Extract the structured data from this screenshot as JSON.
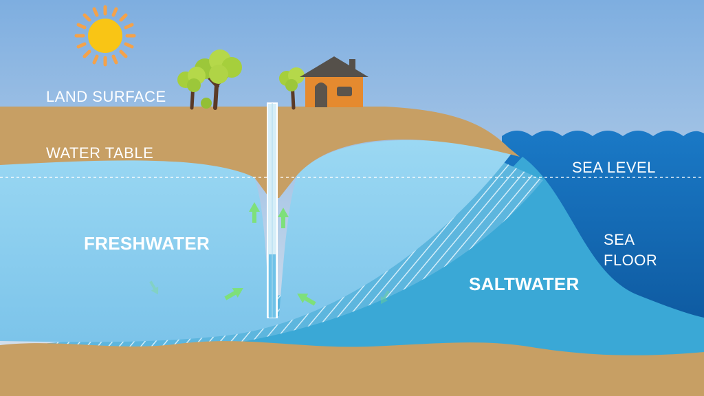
{
  "labels": {
    "land_surface": "LAND SURFACE",
    "water_table": "WATER TABLE",
    "sea_level": "SEA LEVEL",
    "sea_floor_line1": "SEA",
    "sea_floor_line2": "FLOOR",
    "freshwater": "FRESHWATER",
    "saltwater": "SALTWATER"
  },
  "icons": [
    "sun-icon",
    "tree-icon",
    "house-icon",
    "well-icon",
    "flow-arrow-icon",
    "wave-icon"
  ],
  "colors": {
    "sky_top": "#7eaee0",
    "sky_bottom": "#dfe6ee",
    "land": "#c79f64",
    "freshwater": "#8fd0f0",
    "saltwater": "#3aa8d6",
    "sea": "#1873c2",
    "deep_sea": "#0d5aa0",
    "arrows": "#7ee07a",
    "sun": "#f9c515"
  }
}
